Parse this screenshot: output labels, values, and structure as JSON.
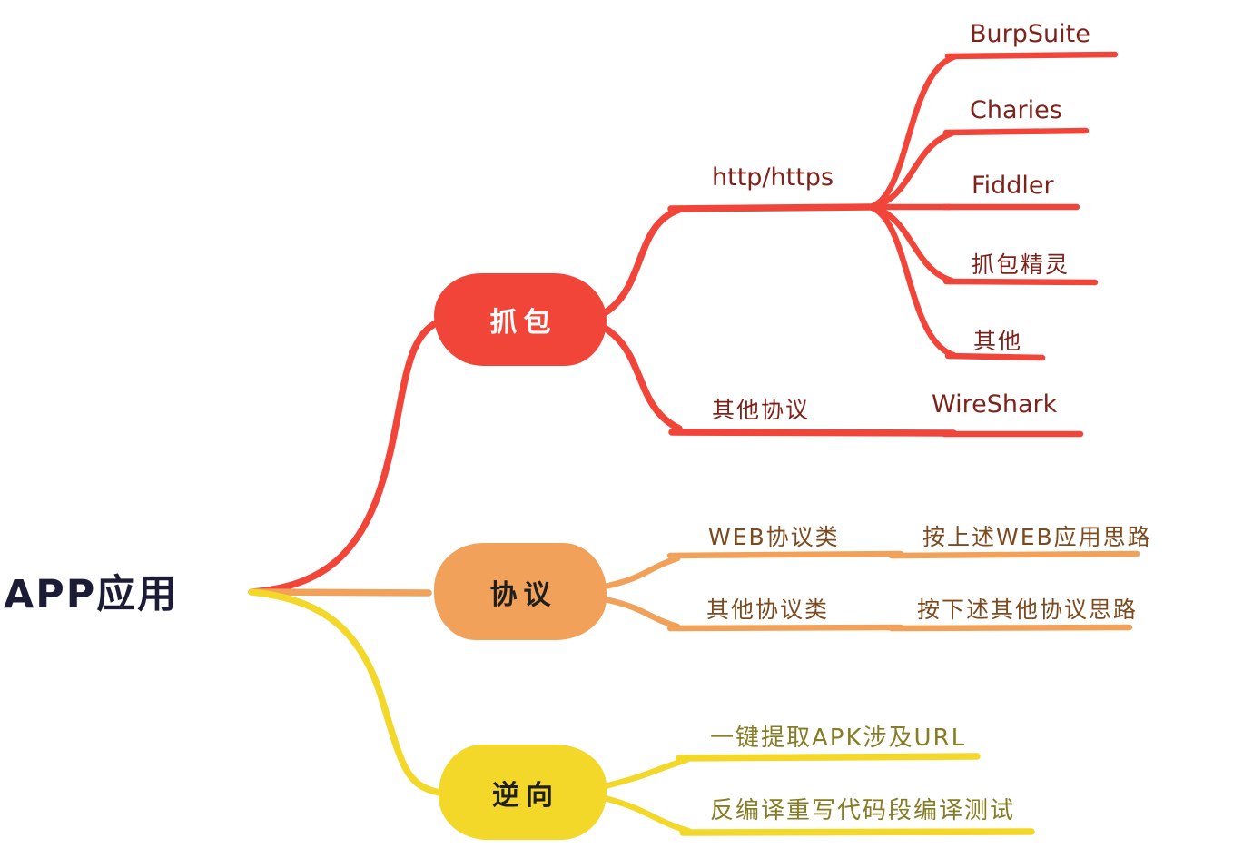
{
  "colors": {
    "red": "#F1453A",
    "red-text": "#7D231C",
    "orange": "#F1A159",
    "orange-text": "#7C4A1F",
    "yellow": "#F3D829",
    "yellow-text": "#867C24",
    "root-text": "#1C1C36",
    "node-dark": "#1F1F1F",
    "node-light": "#FFFFFF"
  },
  "mindmap": {
    "root": {
      "label": "APP应用"
    },
    "branches": [
      {
        "label": "抓包",
        "color": "#F1453A",
        "children": [
          {
            "label": "http/https",
            "children": [
              {
                "label": "BurpSuite"
              },
              {
                "label": "Charies"
              },
              {
                "label": "Fiddler"
              },
              {
                "label": "抓包精灵"
              },
              {
                "label": "其他"
              }
            ]
          },
          {
            "label": "其他协议",
            "children": [
              {
                "label": "WireShark"
              }
            ]
          }
        ]
      },
      {
        "label": "协议",
        "color": "#F1A159",
        "children": [
          {
            "label": "WEB协议类",
            "children": [
              {
                "label": "按上述WEB应用思路"
              }
            ]
          },
          {
            "label": "其他协议类",
            "children": [
              {
                "label": "按下述其他协议思路"
              }
            ]
          }
        ]
      },
      {
        "label": "逆向",
        "color": "#F3D829",
        "children": [
          {
            "label": "一键提取APK涉及URL"
          },
          {
            "label": "反编译重写代码段编译测试"
          }
        ]
      }
    ]
  }
}
